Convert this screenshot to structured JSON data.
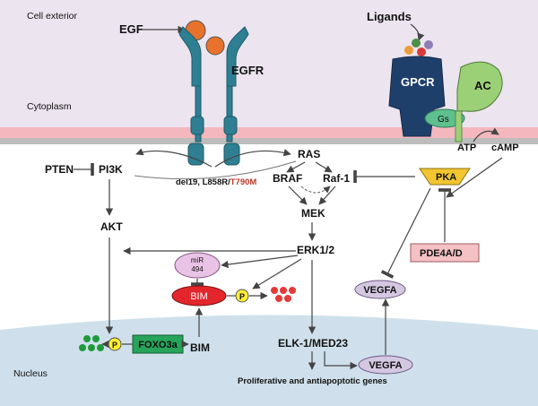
{
  "regions": {
    "cell_exterior": "Cell exterior",
    "cytoplasm": "Cytoplasm",
    "nucleus": "Nucleus"
  },
  "ligands": {
    "egf": "EGF",
    "ligands": "Ligands"
  },
  "receptors": {
    "egfr": "EGFR",
    "mutations_prefix": "del19, L858R/",
    "mutations_highlight": "T790M",
    "gpcr": "GPCR",
    "gs": "Gs",
    "ac": "AC"
  },
  "metabolites": {
    "atp": "ATP",
    "camp": "cAMP"
  },
  "nodes": {
    "pten": "PTEN",
    "pi3k": "PI3K",
    "akt": "AKT",
    "ras": "RAS",
    "braf": "BRAF",
    "raf1": "Raf-1",
    "mek": "MEK",
    "erk": "ERK1/2",
    "pka": "PKA",
    "pde4": "PDE4A/D",
    "mir_line1": "miR",
    "mir_line2": "494",
    "bim_cyto": "BIM",
    "bim_nuc": "BIM",
    "phospho": "P",
    "foxo3a": "FOXO3a",
    "vegfa_cyto": "VEGFA",
    "vegfa_nuc": "VEGFA",
    "elk1": "ELK-1/MED23",
    "genes": "Proliferative and antiapoptotic genes"
  },
  "colors": {
    "exterior_bg": "#ece4ef",
    "membrane_pink": "#f3b7bd",
    "membrane_gray": "#bdbdbd",
    "nucleus_fill": "#cfe0ec",
    "receptor_teal": "#2f7f93",
    "gpcr_navy": "#1f3f6b",
    "ac_green": "#9bd077",
    "gs_green": "#5ebf8f",
    "pka_gold": "#f2c531",
    "pde4_pink": "#f4c1c4",
    "bim_red": "#e3262c",
    "mir_pink": "#e9c3e5",
    "vegfa_lilac": "#d4c8e1",
    "foxo_green": "#27a35a",
    "phospho_yellow": "#ffee33",
    "dot_red": "#e53a3a",
    "dot_green": "#1e9a3c",
    "egf_orange": "#e8722b",
    "mutation_red": "#c0392b"
  }
}
